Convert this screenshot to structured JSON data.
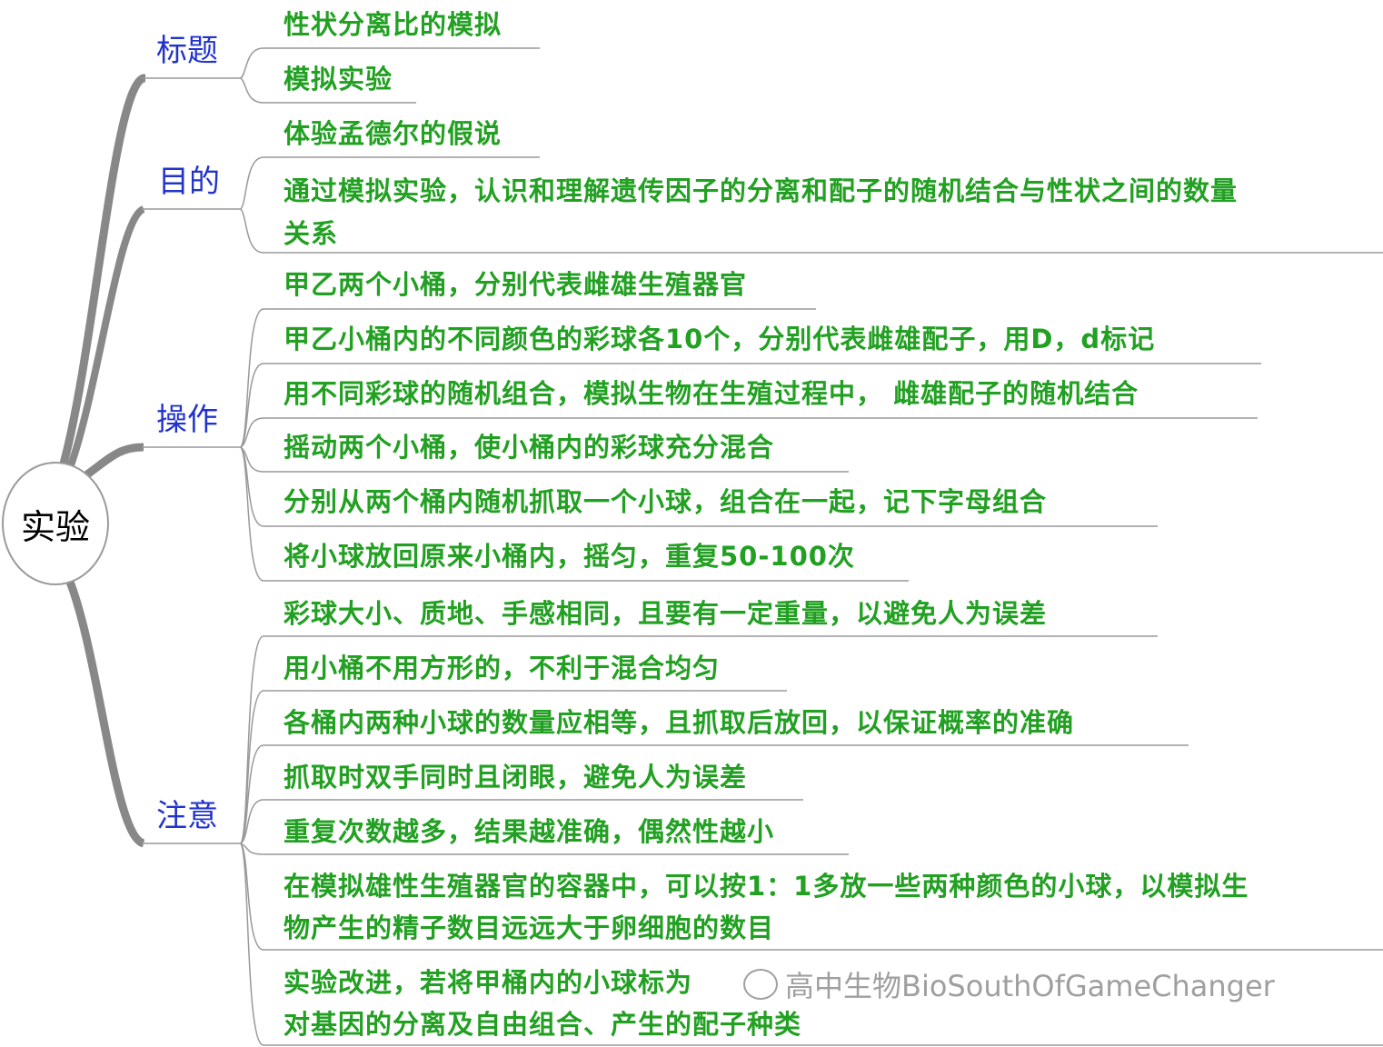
{
  "root": "实验",
  "branches": [
    {
      "label": "标题",
      "leaves": [
        [
          "性状分离比的模拟"
        ],
        [
          "模拟实验"
        ]
      ]
    },
    {
      "label": "目的",
      "leaves": [
        [
          "体验孟德尔的假说"
        ],
        [
          "通过模拟实验，认识和理解遗传因子的分离和配子的随机结合与性状之间的数量",
          "关系"
        ]
      ]
    },
    {
      "label": "操作",
      "leaves": [
        [
          "甲乙两个小桶，分别代表雌雄生殖器官"
        ],
        [
          "甲乙小桶内的不同颜色的彩球各10个，分别代表雌雄配子，用D，d标记"
        ],
        [
          "用不同彩球的随机组合，模拟生物在生殖过程中， 雌雄配子的随机结合"
        ],
        [
          "摇动两个小桶，使小桶内的彩球充分混合"
        ],
        [
          "分别从两个桶内随机抓取一个小球，组合在一起，记下字母组合"
        ],
        [
          "将小球放回原来小桶内，摇匀，重复50-100次"
        ]
      ]
    },
    {
      "label": "注意",
      "leaves": [
        [
          "彩球大小、质地、手感相同，且要有一定重量，以避免人为误差"
        ],
        [
          "用小桶不用方形的，不利于混合均匀"
        ],
        [
          "各桶内两种小球的数量应相等，且抓取后放回，以保证概率的准确"
        ],
        [
          "抓取时双手同时且闭眼，避免人为误差"
        ],
        [
          "重复次数越多，结果越准确，偶然性越小"
        ],
        [
          "在模拟雄性生殖器官的容器中，可以按1：1多放一些两种颜色的小球，以模拟生",
          "物产生的精子数目远远大于卵细胞的数目"
        ],
        [
          "实验改进，若将甲桶内的小球标为",
          "对基因的分离及自由组合、产生的配子种类"
        ]
      ]
    }
  ],
  "watermark": "高中生物BioSouthOfGameChanger"
}
